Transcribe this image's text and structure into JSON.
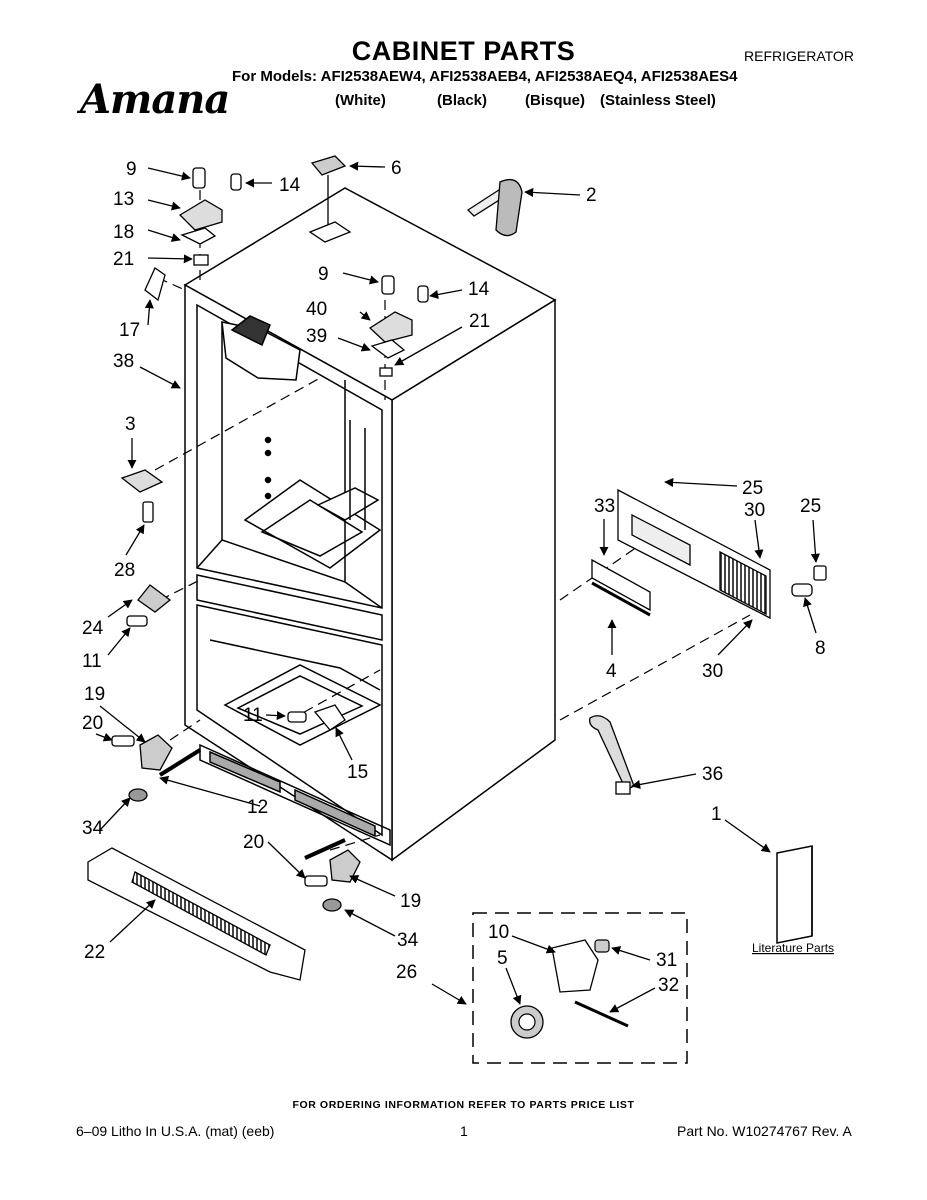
{
  "header": {
    "title": "CABINET PARTS",
    "category": "REFRIGERATOR",
    "brand": "Amana",
    "models_line": "For Models: AFI2538AEW4, AFI2538AEB4, AFI2538AEQ4, AFI2538AES4",
    "finishes": [
      "(White)",
      "(Black)",
      "(Bisque)",
      "(Stainless Steel)"
    ]
  },
  "diagram": {
    "literature_label": "Literature Parts",
    "callouts": [
      "9",
      "14",
      "6",
      "13",
      "2",
      "18",
      "21",
      "9",
      "14",
      "17",
      "40",
      "39",
      "21",
      "38",
      "3",
      "25",
      "33",
      "30",
      "25",
      "28",
      "24",
      "11",
      "4",
      "30",
      "8",
      "19",
      "20",
      "11",
      "15",
      "36",
      "12",
      "1",
      "34",
      "20",
      "19",
      "34",
      "22",
      "10",
      "5",
      "31",
      "26",
      "32"
    ]
  },
  "footer": {
    "ordering_note": "FOR ORDERING INFORMATION REFER TO PARTS PRICE LIST",
    "litho": "6–09 Litho In U.S.A. (mat) (eeb)",
    "page_number": "1",
    "part_number": "Part No. W10274767 Rev. A"
  }
}
